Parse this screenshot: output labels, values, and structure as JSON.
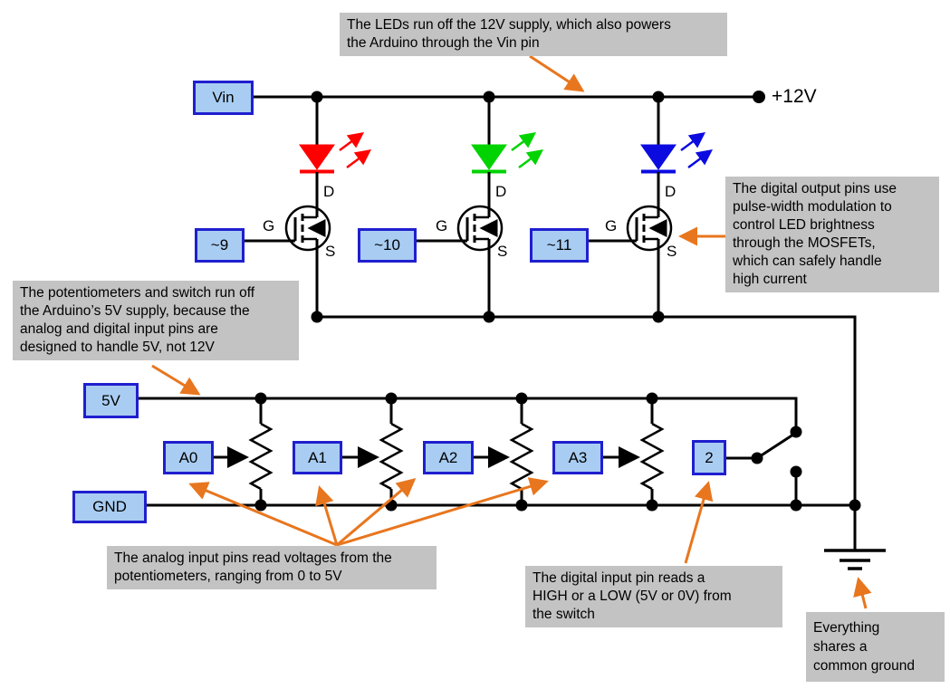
{
  "power_labels": {
    "vin": "Vin",
    "plus12v": "+12V",
    "v5": "5V",
    "gnd": "GND"
  },
  "mosfet_labels": {
    "drain": "D",
    "gate": "G",
    "source": "S"
  },
  "pins": {
    "pwm": [
      "~9",
      "~10",
      "~11"
    ],
    "analog": [
      "A0",
      "A1",
      "A2",
      "A3"
    ],
    "digital_switch": "2"
  },
  "annotations": {
    "top": {
      "text": "The LEDs run off the 12V supply, which also powers the Arduino through the Vin pin",
      "lines": [
        "The LEDs run off the 12V supply, which also powers",
        "the Arduino through the Vin pin"
      ]
    },
    "right": {
      "text": "The digital output pins use pulse-width modulation to control LED brightness through the MOSFETs, which can safely handle high current",
      "lines": [
        "The digital output pins use",
        "pulse-width modulation to",
        "control LED brightness",
        "through the MOSFETs,",
        "which can safely handle",
        "high current"
      ]
    },
    "left": {
      "text": "The potentiometers and switch run off the Arduino’s 5V supply, because the analog and digital input pins are designed to handle 5V, not 12V",
      "lines": [
        "The potentiometers and switch run off",
        "the Arduino’s 5V supply, because the",
        "analog and digital input pins are",
        "designed to handle 5V, not 12V"
      ]
    },
    "analog": {
      "text": "The analog input pins read voltages from the potentiometers, ranging from 0 to 5V",
      "lines": [
        "The analog input pins read voltages from the",
        "potentiometers, ranging from 0 to 5V"
      ]
    },
    "digital": {
      "text": "The digital input pin reads a HIGH or a LOW (5V or 0V) from the switch",
      "lines": [
        "The digital input pin reads a",
        "HIGH or a LOW (5V or 0V) from",
        "the switch"
      ]
    },
    "ground": {
      "text": "Everything shares a common ground",
      "lines": [
        "Everything",
        "shares a",
        "common ground"
      ]
    }
  },
  "colors": {
    "wire": "#000000",
    "led_red": "#ff0000",
    "led_green": "#00d300",
    "led_blue": "#0b0be0",
    "pin_box_fill": "#a9cdf2",
    "pin_box_border": "#1f1fcf",
    "note_background": "#c3c3c3",
    "callout_arrow": "#e8761e"
  }
}
